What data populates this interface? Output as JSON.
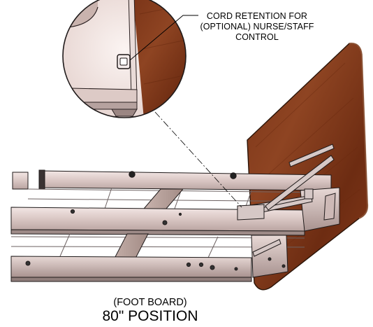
{
  "callout": {
    "line1": "CORD RETENTION FOR",
    "line2": "(OPTIONAL) NURSE/STAFF",
    "line3": "CONTROL"
  },
  "caption": {
    "sub": "(FOOT BOARD)",
    "main": "80\" POSITION"
  }
}
